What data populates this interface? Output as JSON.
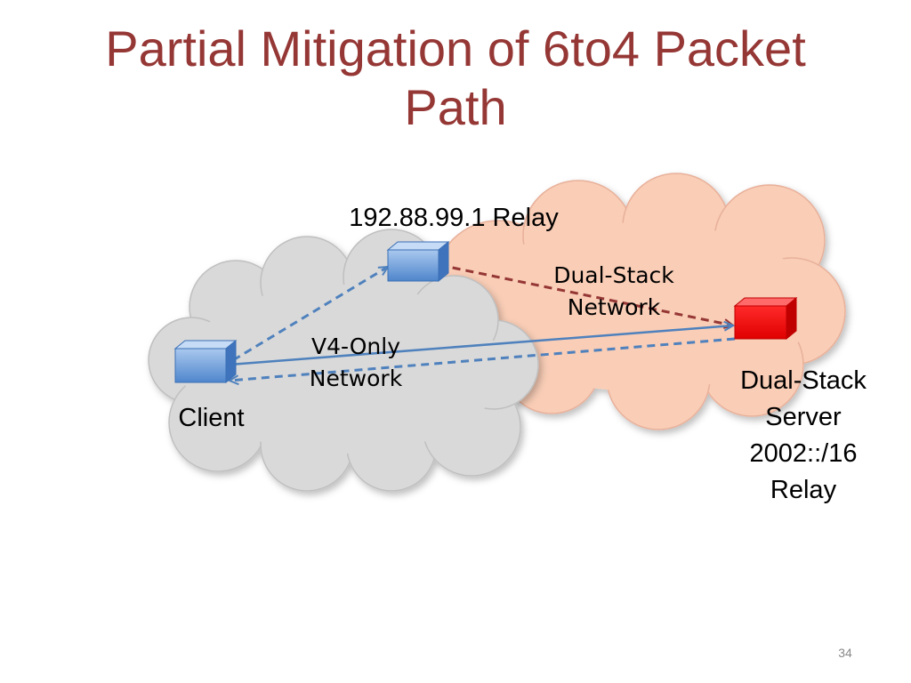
{
  "slide": {
    "title_line1": "Partial Mitigation of 6to4 Packet",
    "title_line2": "Path",
    "page_number": "34"
  },
  "diagram": {
    "relay_label": "192.88.99.1 Relay",
    "dual_stack_network_line1": "Dual-Stack",
    "dual_stack_network_line2": "Network",
    "v4_network_line1": "V4-Only",
    "v4_network_line2": "Network",
    "client_label": "Client",
    "server_label_lines": [
      "Dual-Stack",
      "Server",
      "2002::/16",
      "Relay"
    ]
  },
  "colors": {
    "title": "#953735",
    "v4_cloud_fill": "#d9d9d9",
    "dual_stack_cloud_fill": "#f9cdb6",
    "node_blue": "#5b9bd5",
    "server_red": "#ff0000",
    "path_blue": "#4f81bd",
    "path_dark_red": "#953735"
  }
}
